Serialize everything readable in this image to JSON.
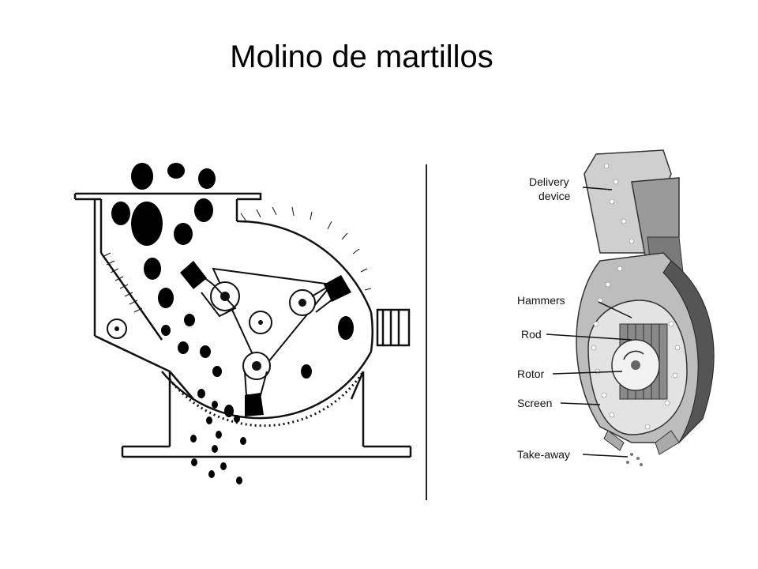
{
  "title": "Molino de martillos",
  "labels": {
    "delivery_line1": "Delivery",
    "delivery_line2": "device",
    "hammers": "Hammers",
    "rod": "Rod",
    "rotor": "Rotor",
    "screen": "Screen",
    "take_away": "Take-away"
  }
}
